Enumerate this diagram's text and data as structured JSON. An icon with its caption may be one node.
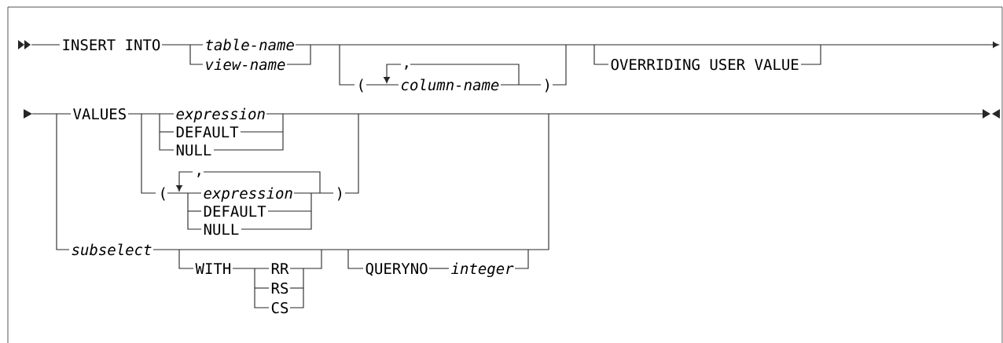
{
  "diagram": {
    "labels": [
      "INSERT INTO",
      "table-name",
      "view-name",
      "(",
      ",",
      "column-name",
      ")",
      "OVERRIDING USER VALUE",
      "VALUES",
      "expression",
      "DEFAULT",
      "NULL",
      "(",
      ",",
      "expression",
      "DEFAULT",
      "NULL",
      ")",
      "subselect",
      "WITH",
      "RR",
      "RS",
      "CS",
      "QUERYNO",
      "integer"
    ]
  }
}
